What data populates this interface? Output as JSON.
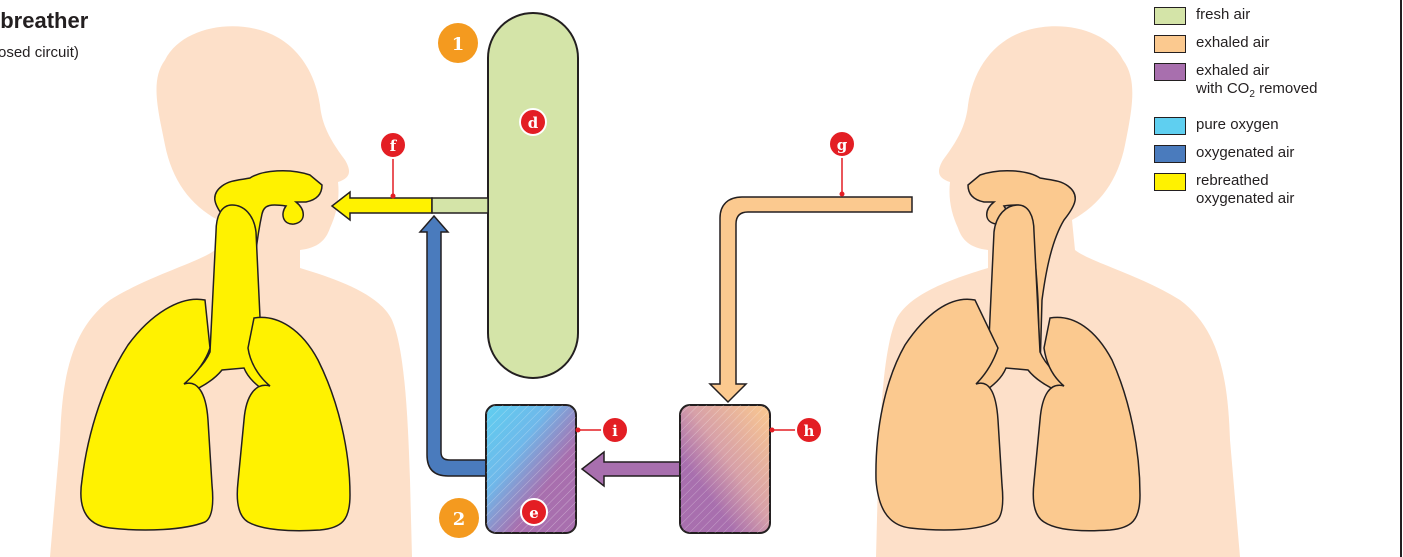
{
  "diagram": {
    "title": "ebreather",
    "subtitle": "osed circuit)"
  },
  "badges": {
    "step1": "1",
    "step2": "2",
    "d": "d",
    "e": "e",
    "f": "f",
    "g": "g",
    "h": "h",
    "i": "i"
  },
  "legend": [
    {
      "label": "fresh air",
      "color": "#d4e4a8"
    },
    {
      "label": "exhaled air",
      "color": "#fbc98f"
    },
    {
      "label": "exhaled air\nwith CO",
      "sub": "2",
      "suffix": " removed",
      "color": "#a86fae"
    },
    {
      "label": "pure oxygen",
      "color": "#5fcff0"
    },
    {
      "label": "oxygenated air",
      "color": "#4a7bbd"
    },
    {
      "label": "rebreathed\noxygenated air",
      "color": "#fff200"
    }
  ],
  "colors": {
    "skin": "#fde0c9",
    "fresh_air": "#d4e4a8",
    "exhaled_air": "#fbc98f",
    "co2_removed": "#a86fae",
    "pure_oxygen": "#5fcff0",
    "oxygenated_air": "#4a7bbd",
    "rebreathed": "#fff200",
    "badge_orange": "#f49a1f",
    "badge_red": "#e31e24"
  }
}
